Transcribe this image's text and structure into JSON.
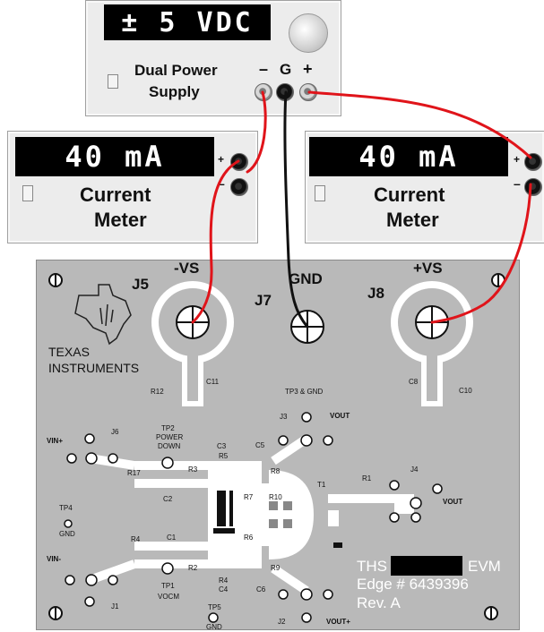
{
  "supply": {
    "display": "± 5 VDC",
    "name_line1": "Dual Power",
    "name_line2": "Supply",
    "minus": "–",
    "ground": "G",
    "plus": "+"
  },
  "meter_left": {
    "display": "40 mA",
    "name_line1": "Current",
    "name_line2": "Meter",
    "plus": "+",
    "minus": "–"
  },
  "meter_right": {
    "display": "40 mA",
    "name_line1": "Current",
    "name_line2": "Meter",
    "plus": "+",
    "minus": "–"
  },
  "board": {
    "j5": "J5",
    "j7": "J7",
    "j8": "J8",
    "neg_vs": "-VS",
    "gnd": "GND",
    "pos_vs": "+VS",
    "logo_line1": "TEXAS",
    "logo_line2": "INSTRUMENTS",
    "evm_prefix": "THS",
    "evm_suffix": "EVM",
    "edge": "Edge # 6439396",
    "rev": "Rev. A",
    "silk": {
      "r12": "R12",
      "c11": "C11",
      "tp3": "TP3 & GND",
      "c8": "C8",
      "c10": "C10",
      "j3": "J3",
      "vout_top": "VOUT",
      "vin_plus": "VIN+",
      "j6": "J6",
      "tp2": "TP2",
      "power": "POWER",
      "down": "DOWN",
      "c3": "C3",
      "r5": "R5",
      "c5": "C5",
      "r8": "R8",
      "r3": "R3",
      "r17": "R17",
      "c2": "C2",
      "r7": "R7",
      "r10": "R10",
      "t1": "T1",
      "r1": "R1",
      "j4": "J4",
      "vout_right": "VOUT",
      "tp4": "TP4",
      "gnd_small": "GND",
      "r4": "R4",
      "c1": "C1",
      "r6": "R6",
      "vin_minus": "VIN-",
      "r2": "R2",
      "r9": "R9",
      "tp1": "TP1",
      "vocm": "VOCM",
      "r4b": "R4",
      "c4": "C4",
      "c6": "C6",
      "j1": "J1",
      "tp5": "TP5",
      "gnd_bottom": "GND",
      "j2": "J2",
      "vout_plus": "VOUT+"
    }
  },
  "colors": {
    "wire_red": "#e0141a",
    "wire_black": "#111111",
    "board": "#b9b9b9",
    "pad": "#ffffff"
  }
}
